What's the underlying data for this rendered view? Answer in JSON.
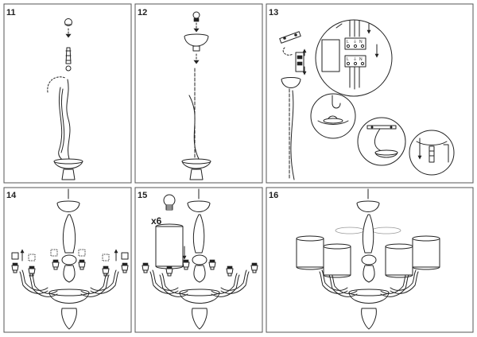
{
  "steps": [
    {
      "number": "11"
    },
    {
      "number": "12"
    },
    {
      "number": "13"
    },
    {
      "number": "14"
    },
    {
      "number": "15"
    },
    {
      "number": "16"
    }
  ],
  "step15": {
    "quantity_label": "x6"
  },
  "step13": {
    "terminal_top": [
      "L",
      "⏚",
      "N"
    ],
    "terminal_bottom": [
      "L",
      "⏚",
      "N"
    ]
  }
}
